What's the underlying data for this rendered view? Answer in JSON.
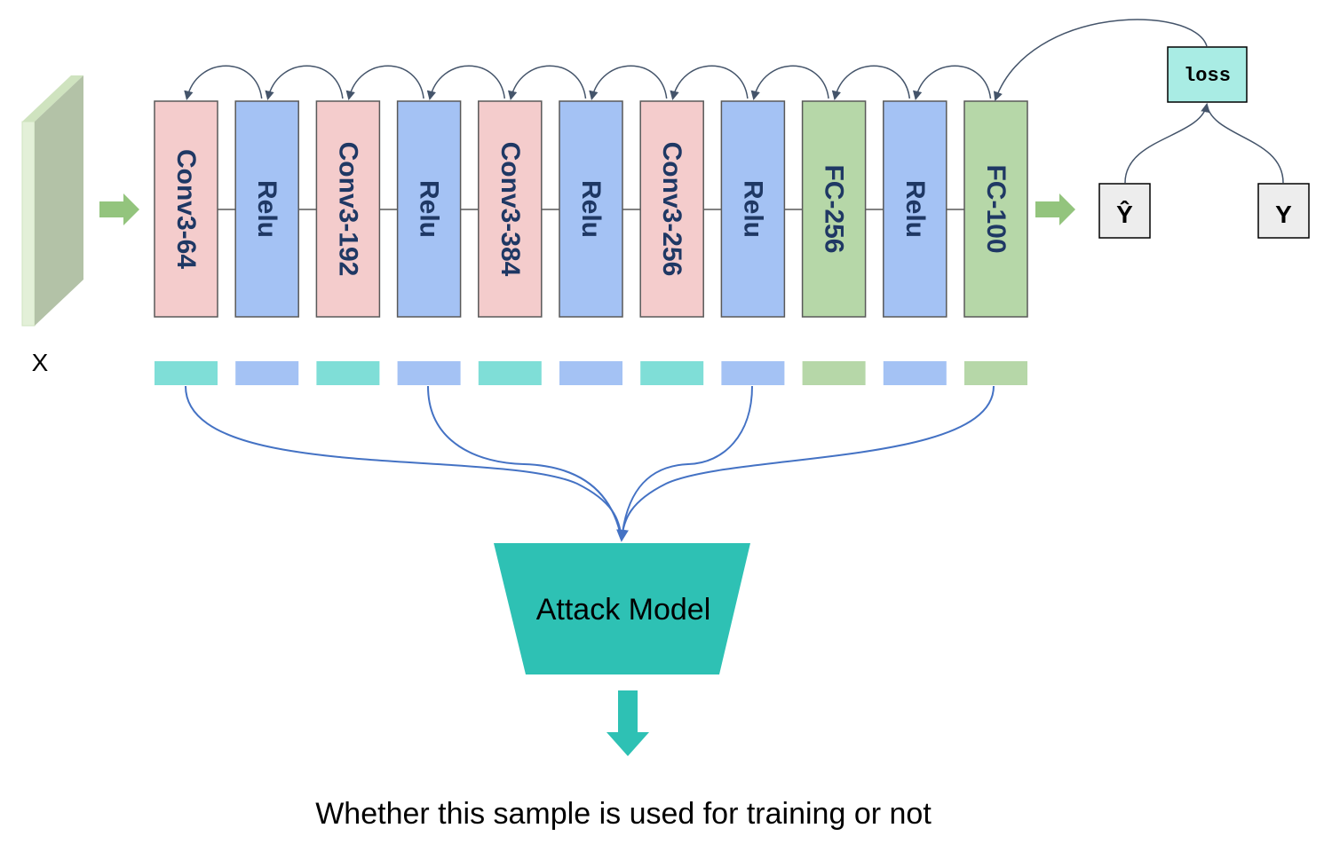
{
  "input": {
    "label": "X"
  },
  "layers": [
    {
      "label": "Conv3-64",
      "kind": "conv"
    },
    {
      "label": "Relu",
      "kind": "relu"
    },
    {
      "label": "Conv3-192",
      "kind": "conv"
    },
    {
      "label": "Relu",
      "kind": "relu"
    },
    {
      "label": "Conv3-384",
      "kind": "conv"
    },
    {
      "label": "Relu",
      "kind": "relu"
    },
    {
      "label": "Conv3-256",
      "kind": "conv"
    },
    {
      "label": "Relu",
      "kind": "relu"
    },
    {
      "label": "FC-256",
      "kind": "fc"
    },
    {
      "label": "Relu",
      "kind": "relu"
    },
    {
      "label": "FC-100",
      "kind": "fc"
    }
  ],
  "loss": {
    "label": "loss"
  },
  "prediction": {
    "label": "Ŷ"
  },
  "target": {
    "label": "Y"
  },
  "attack_model": {
    "label": "Attack Model"
  },
  "output_text": "Whether this sample is used for training or not",
  "colors": {
    "conv_fill": "#f4cccc",
    "relu_fill": "#a4c2f4",
    "fc_fill": "#b6d7a8",
    "conv_feature": "#7fded7",
    "relu_feature": "#a4c2f4",
    "fc_feature": "#b6d7a8",
    "box_stroke": "#595959",
    "layer_text": "#1f3864",
    "flow_arrow": "#93c47d",
    "loss_fill": "#a9ece4",
    "attack_fill": "#2ec1b4",
    "curve_blue": "#4472c4",
    "curve_dark": "#44546a"
  }
}
